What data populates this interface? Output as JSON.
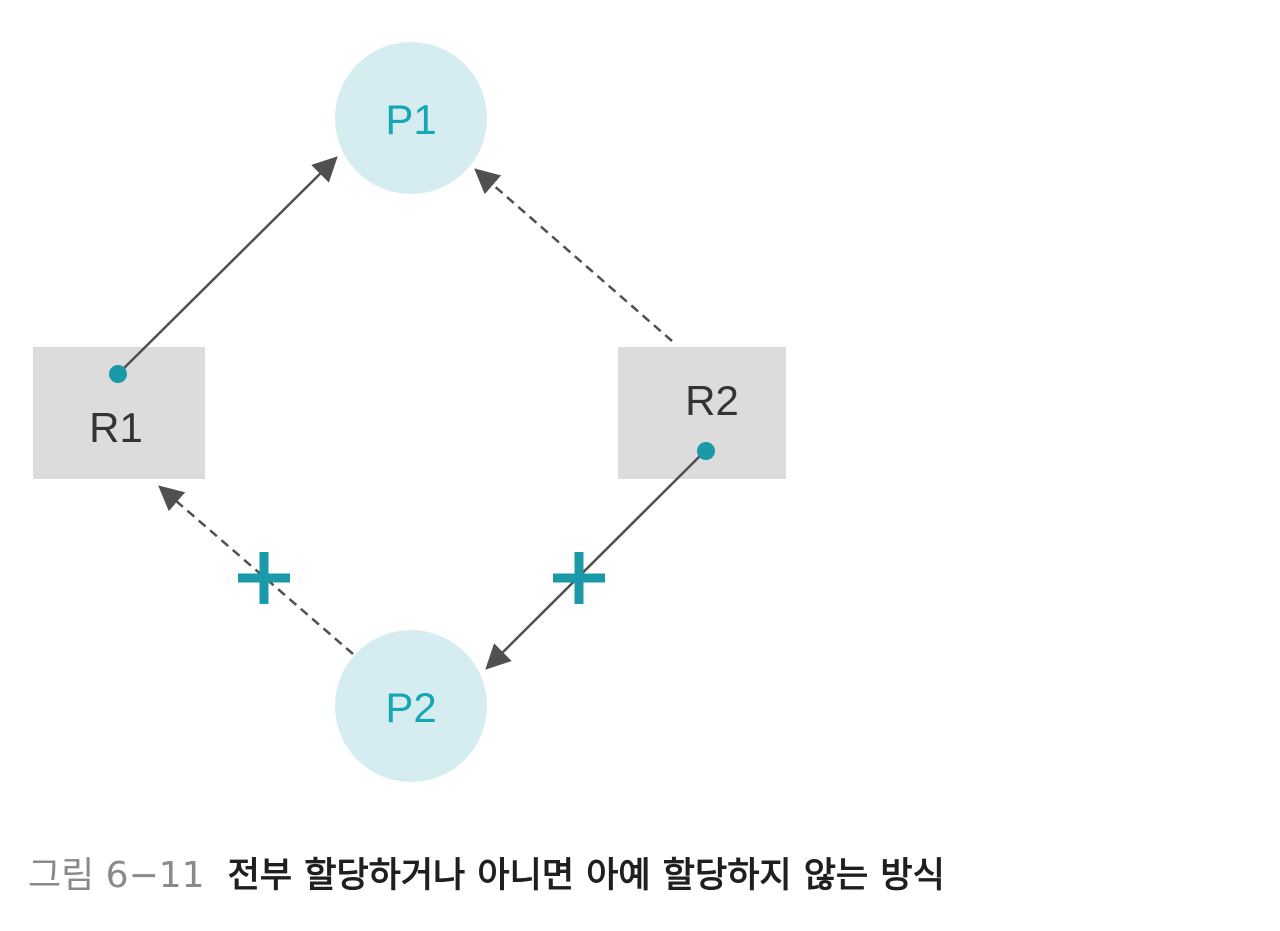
{
  "colors": {
    "process_fill": "#d5edf0",
    "process_text": "#17a6b4",
    "resource_fill": "#dcdcdc",
    "resource_text": "#333333",
    "edge": "#505050",
    "dot": "#1a9aa8",
    "cross": "#1a9aa8"
  },
  "nodes": {
    "p1": {
      "label": "P1",
      "kind": "process"
    },
    "p2": {
      "label": "P2",
      "kind": "process"
    },
    "r1": {
      "label": "R1",
      "kind": "resource"
    },
    "r2": {
      "label": "R2",
      "kind": "resource"
    }
  },
  "edges": [
    {
      "from": "R1",
      "to": "P1",
      "style": "solid",
      "meaning": "assignment",
      "blocked": false
    },
    {
      "from": "R2",
      "to": "P1",
      "style": "dashed",
      "meaning": "request",
      "blocked": false
    },
    {
      "from": "P2",
      "to": "R1",
      "style": "dashed",
      "meaning": "request",
      "blocked": true
    },
    {
      "from": "R2",
      "to": "P2",
      "style": "solid",
      "meaning": "assignment",
      "blocked": true
    }
  ],
  "caption": {
    "label": "그림 6−11",
    "text": "전부 할당하거나 아니면 아예 할당하지 않는 방식"
  }
}
